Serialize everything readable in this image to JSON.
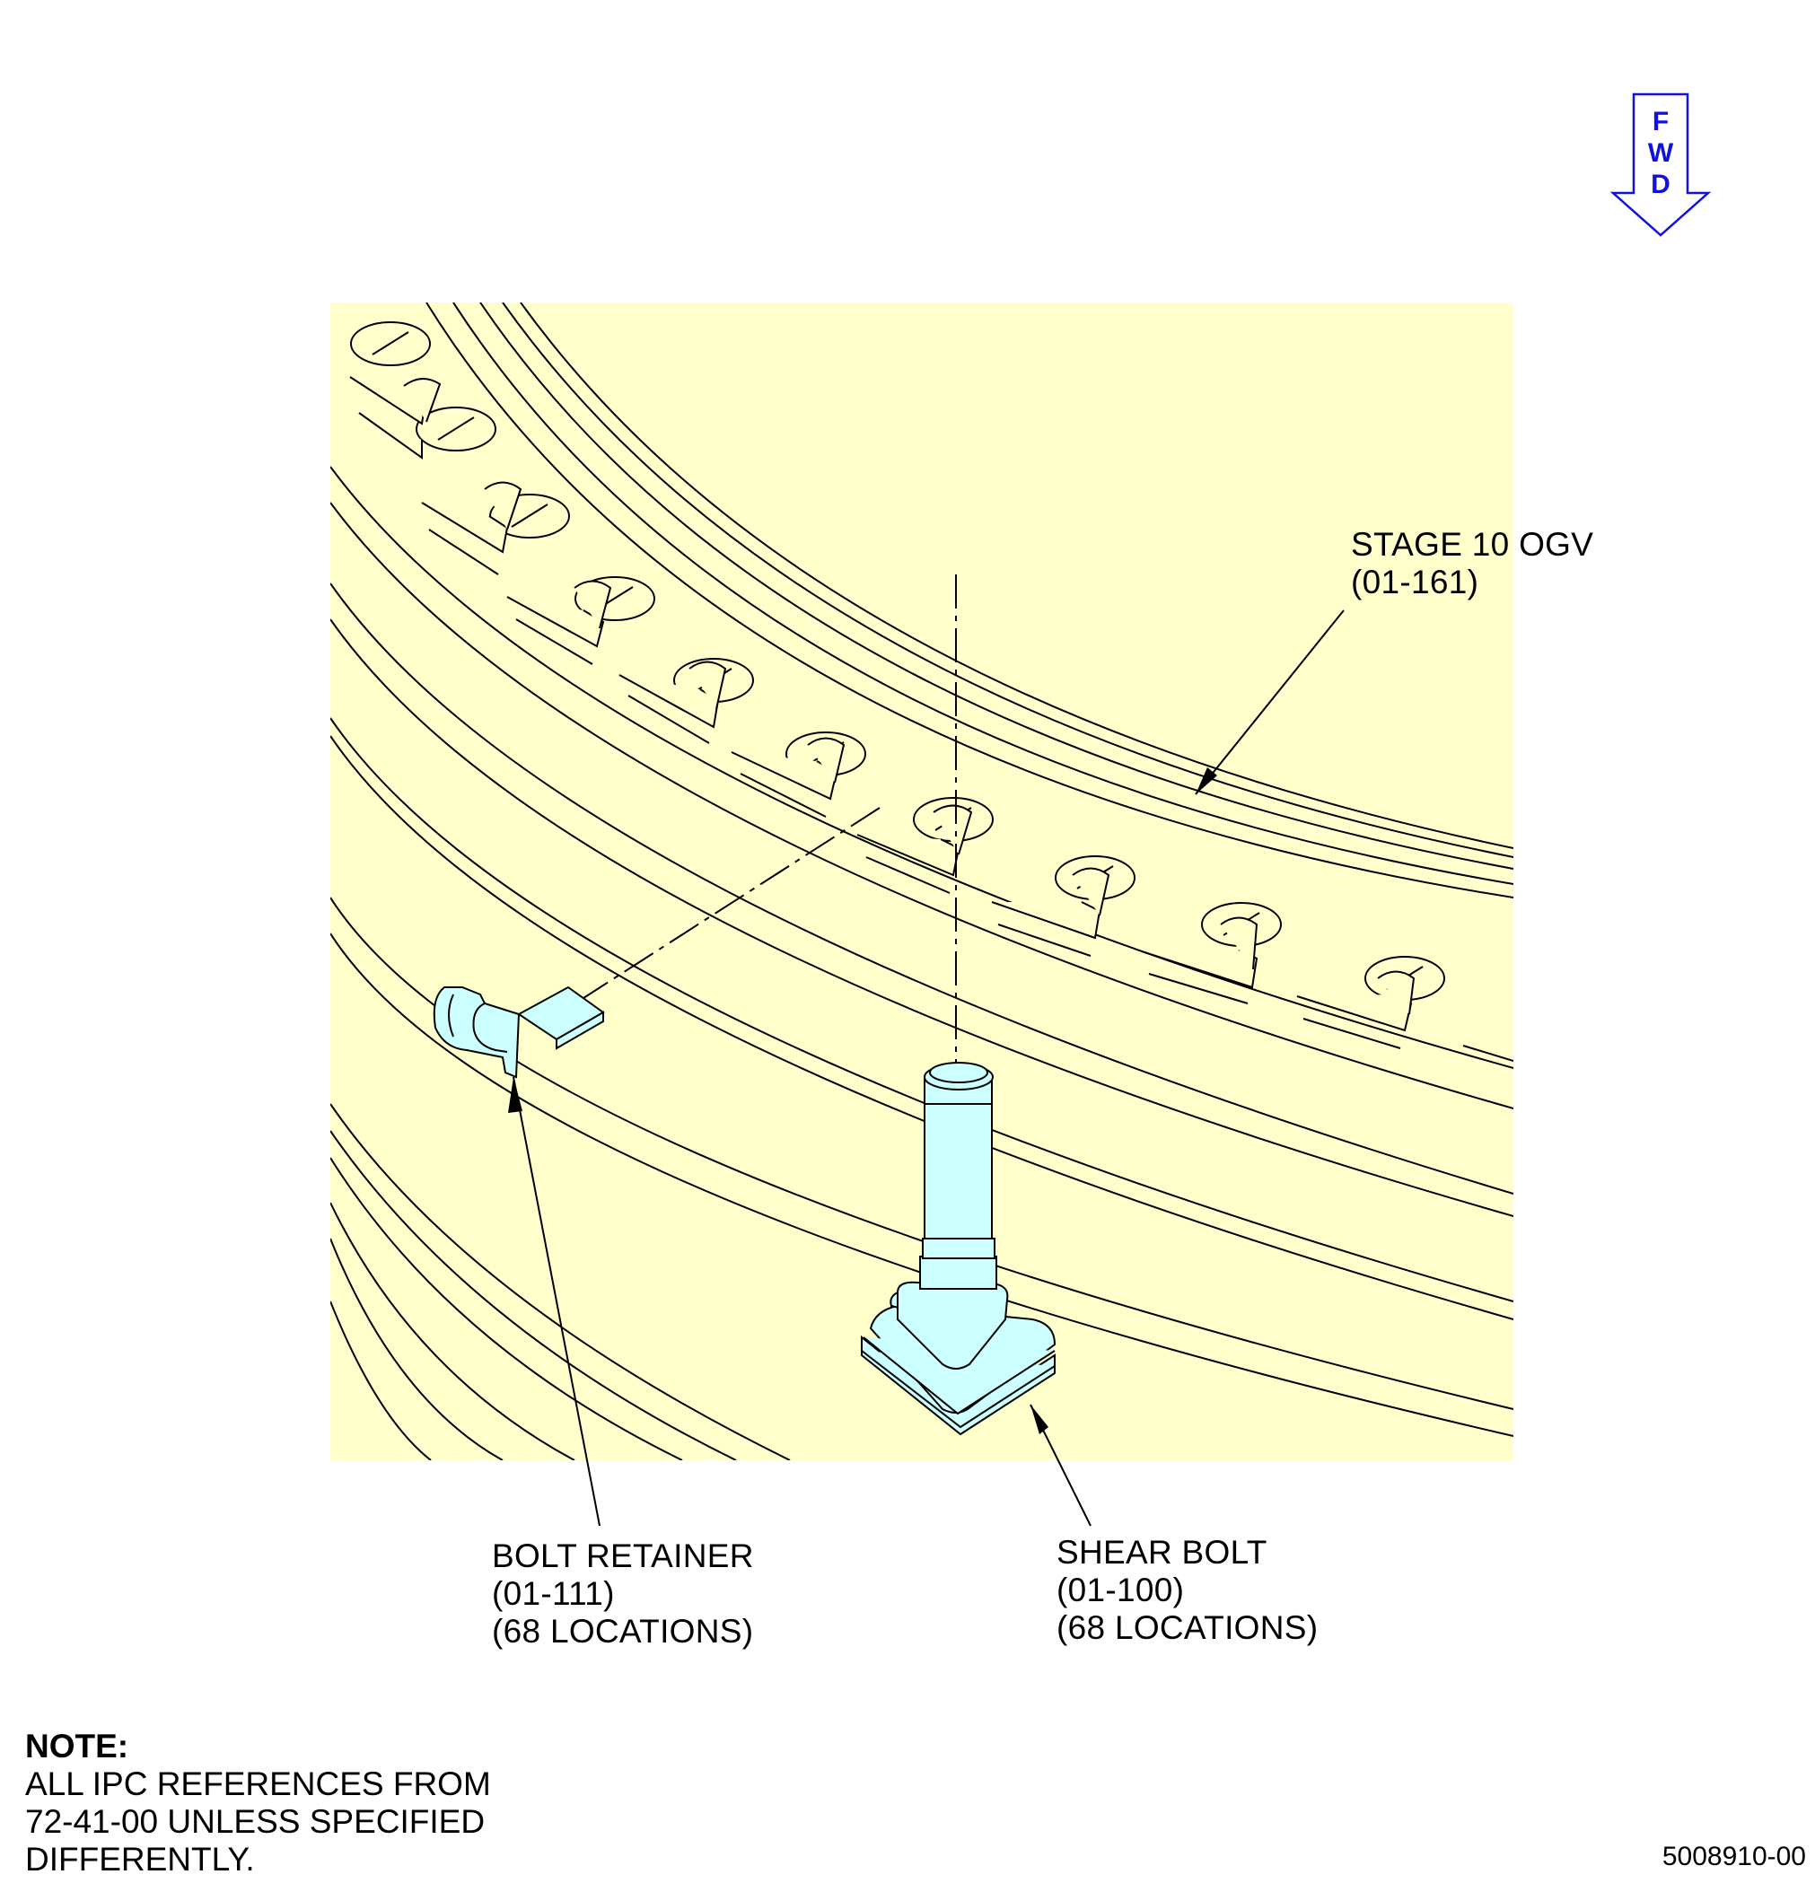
{
  "fwd_indicator": {
    "letters": [
      "F",
      "W",
      "D"
    ],
    "color": "#1010e0"
  },
  "callouts": {
    "stage10_ogv": {
      "name": "STAGE 10 OGV",
      "ref": "(01-161)"
    },
    "bolt_retainer": {
      "name": "BOLT RETAINER",
      "ref": "(01-111)",
      "qty": "(68 LOCATIONS)"
    },
    "shear_bolt": {
      "name": "SHEAR BOLT",
      "ref": "(01-100)",
      "qty": "(68 LOCATIONS)"
    }
  },
  "note": {
    "heading": "NOTE:",
    "lines": [
      "ALL IPC REFERENCES FROM",
      "72-41-00 UNLESS SPECIFIED",
      "DIFFERENTLY."
    ]
  },
  "figure_number": "5008910-00",
  "colors": {
    "case_fill": "#ffffcc",
    "part_fill": "#ccffff",
    "line": "#000000"
  }
}
